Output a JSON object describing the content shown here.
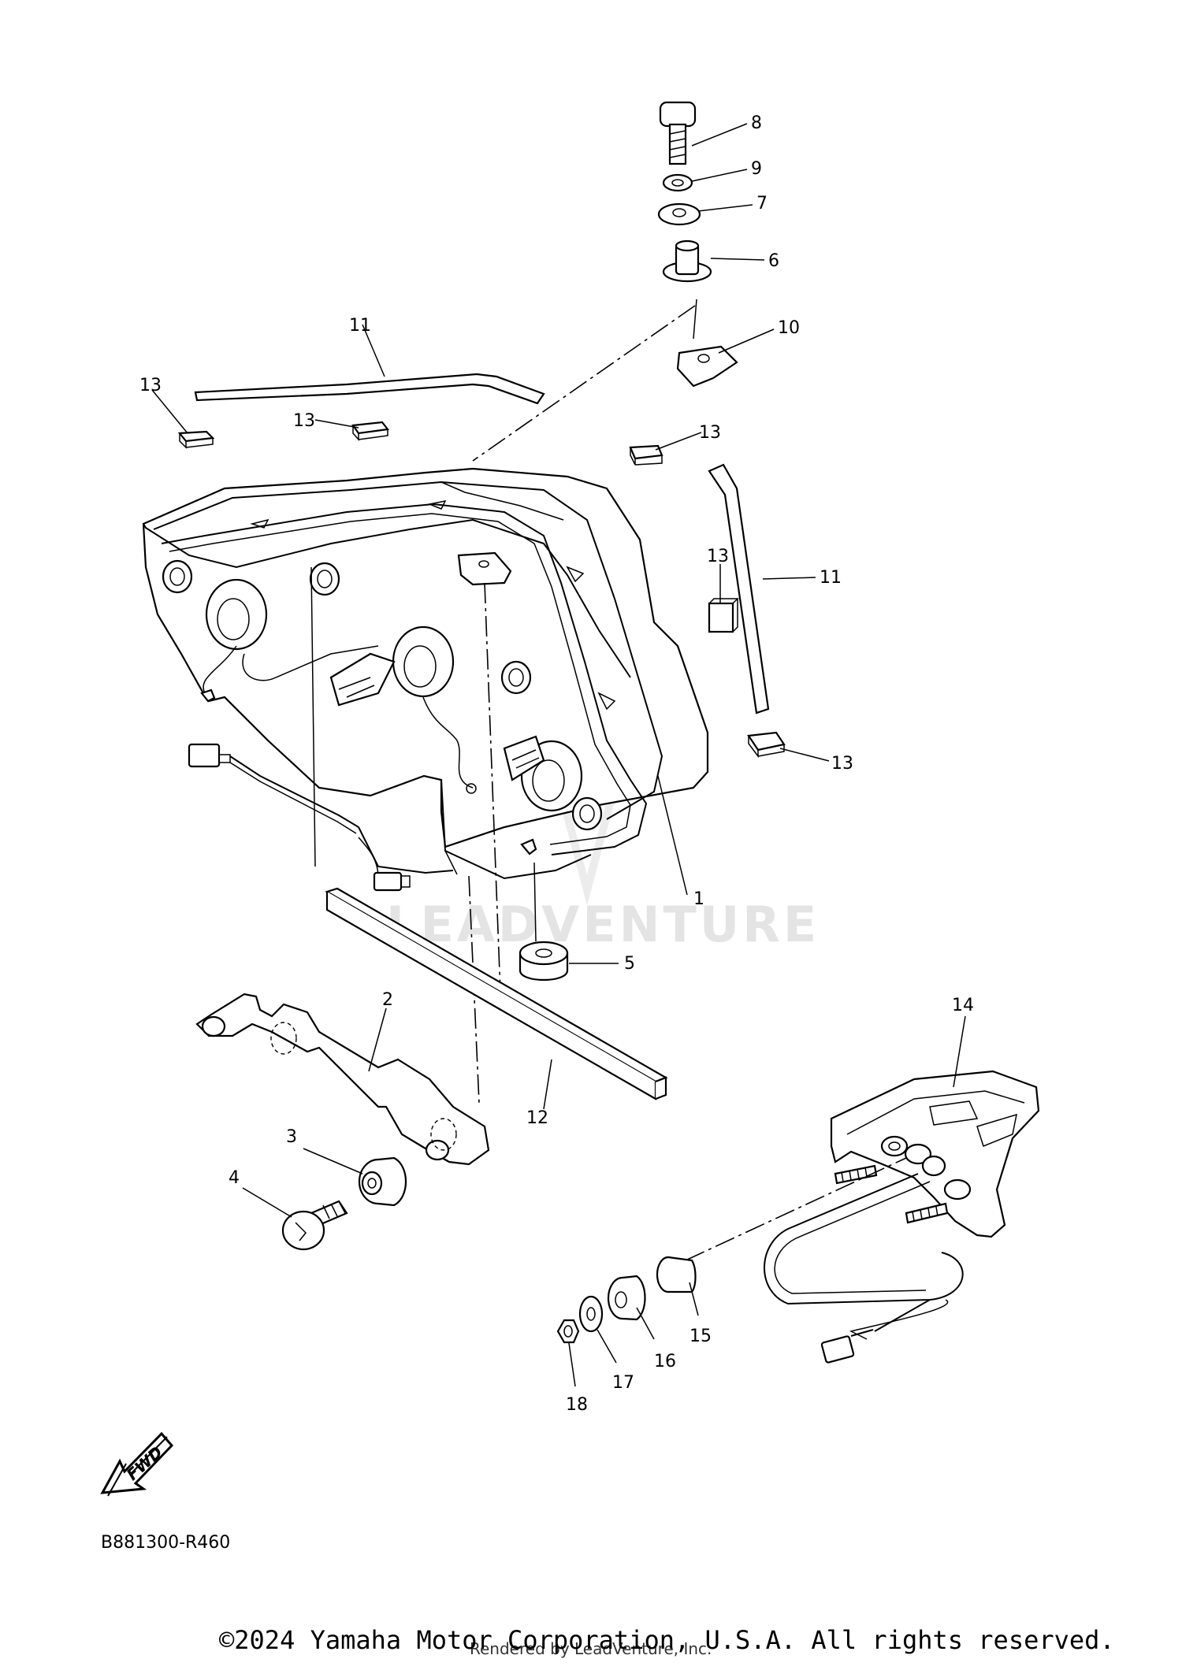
{
  "diagram": {
    "callouts": [
      "1",
      "2",
      "3",
      "4",
      "5",
      "6",
      "7",
      "8",
      "9",
      "10",
      "11",
      "11",
      "12",
      "13",
      "13",
      "13",
      "13",
      "13",
      "14",
      "15",
      "16",
      "17",
      "18"
    ],
    "watermark": "LEADVENTURE",
    "fwd_label": "FWD",
    "drawing_code": "B881300-R460",
    "copyright": "©2024 Yamaha Motor Corporation, U.S.A. All rights reserved.",
    "rendered_by": "Rendered by LeadVenture, Inc."
  }
}
